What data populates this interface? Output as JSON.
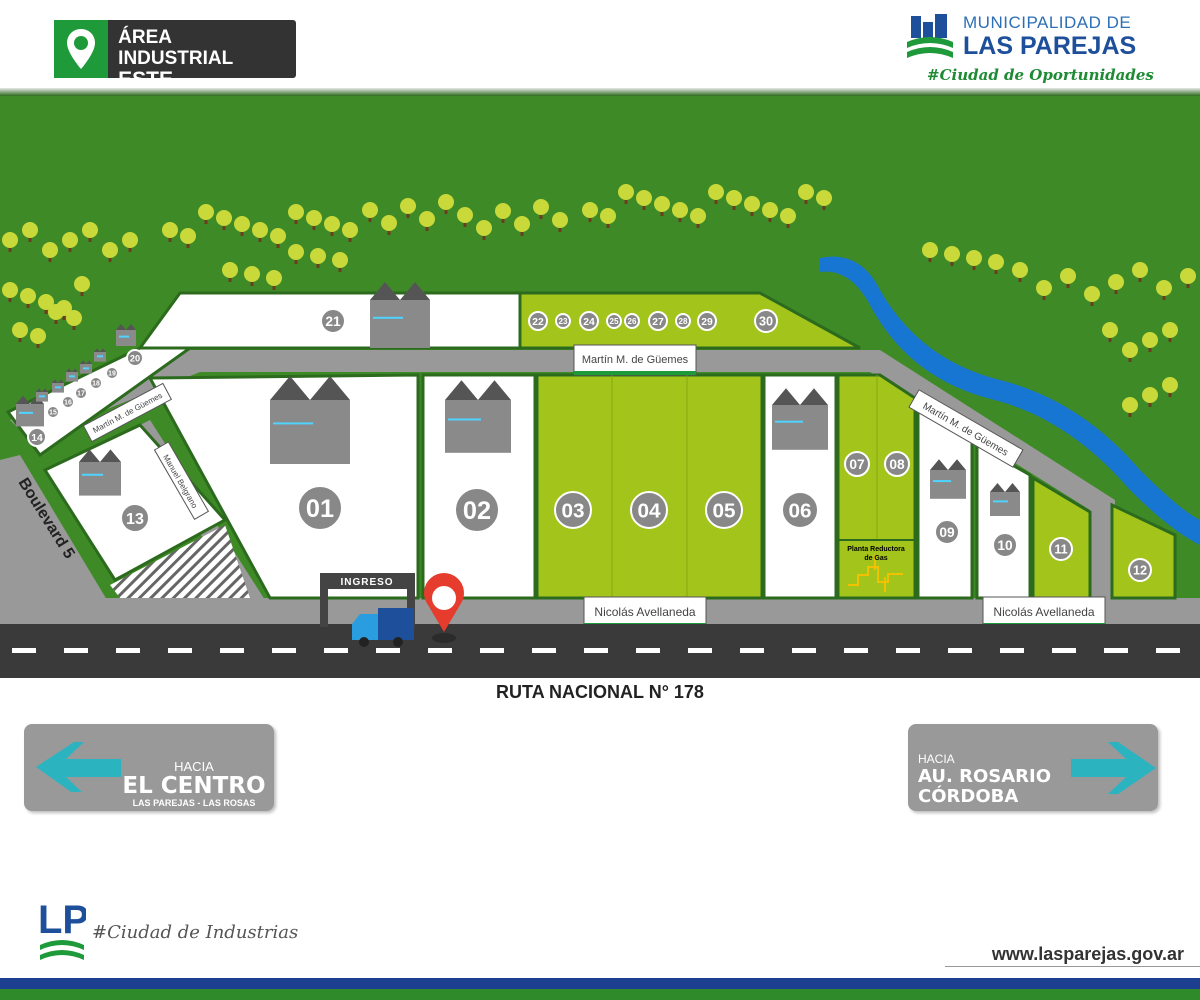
{
  "header": {
    "area_line1": "ÁREA INDUSTRIAL",
    "area_line2": "ESTE",
    "muni_line1": "MUNICIPALIDAD DE",
    "muni_line2": "LAS PAREJAS",
    "slogan": "#Ciudad de Oportunidades"
  },
  "lots": [
    "01",
    "02",
    "03",
    "04",
    "05",
    "06",
    "07",
    "08",
    "09",
    "10",
    "11",
    "12",
    "13",
    "14",
    "15",
    "16",
    "17",
    "18",
    "19",
    "20",
    "21",
    "22",
    "23",
    "24",
    "25",
    "26",
    "27",
    "28",
    "29",
    "30"
  ],
  "streets": {
    "guemes": "Martín M. de Güemes",
    "belgrano": "Manuel Belgrano",
    "boulevard": "Boulevard 5",
    "avellaneda": "Nicolás Avellaneda"
  },
  "map": {
    "ingreso": "INGRESO",
    "gas_line1": "Planta Reductora",
    "gas_line2": "de Gas",
    "route": "RUTA NACIONAL N° 178"
  },
  "signs": {
    "left": {
      "hacia": "HACIA",
      "main": "EL CENTRO",
      "sub": "LAS PAREJAS - LAS ROSAS"
    },
    "right": {
      "hacia": "HACIA",
      "main1": "AU. ROSARIO",
      "main2": "CÓRDOBA"
    }
  },
  "footer": {
    "logo": "LP",
    "slogan": "#Ciudad de Industrias",
    "website": "www.lasparejas.gov.ar"
  },
  "colors": {
    "grass": "#3e8a26",
    "lime": "#a3c41a",
    "road": "#3a3a3a",
    "river": "#1776d2",
    "brand_blue": "#1d4f9a",
    "brand_green": "#1f9a3a",
    "arrow": "#2bb4c0"
  }
}
